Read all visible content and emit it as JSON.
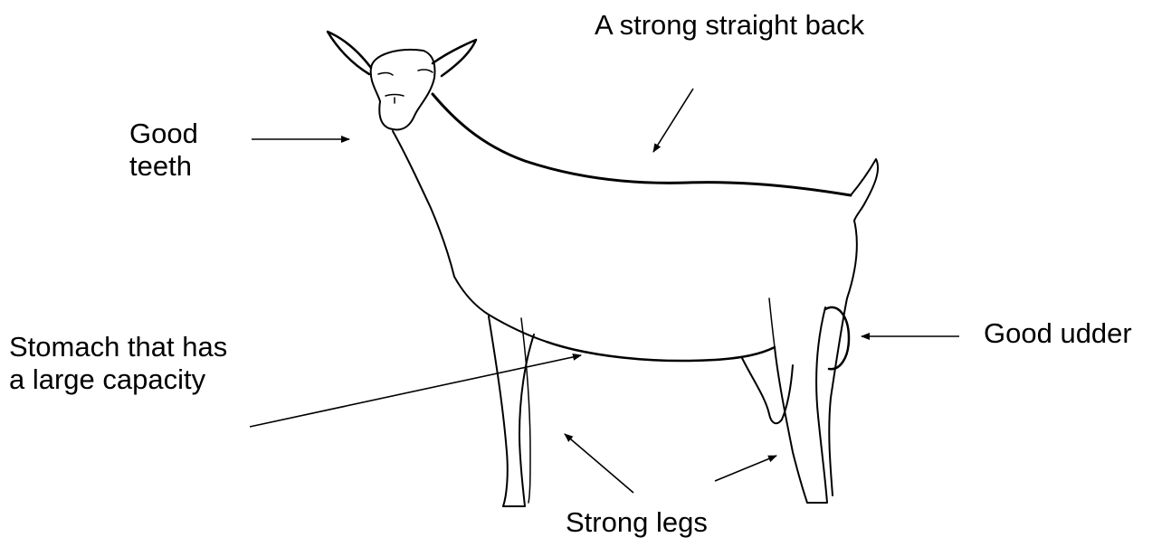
{
  "labels": {
    "back": "A strong straight back",
    "teeth_line1": "Good",
    "teeth_line2": "teeth",
    "udder": "Good udder",
    "stomach_line1": "Stomach that has",
    "stomach_line2": "a large capacity",
    "legs": "Strong legs"
  },
  "colors": {
    "ink": "#000000",
    "background": "#ffffff"
  }
}
